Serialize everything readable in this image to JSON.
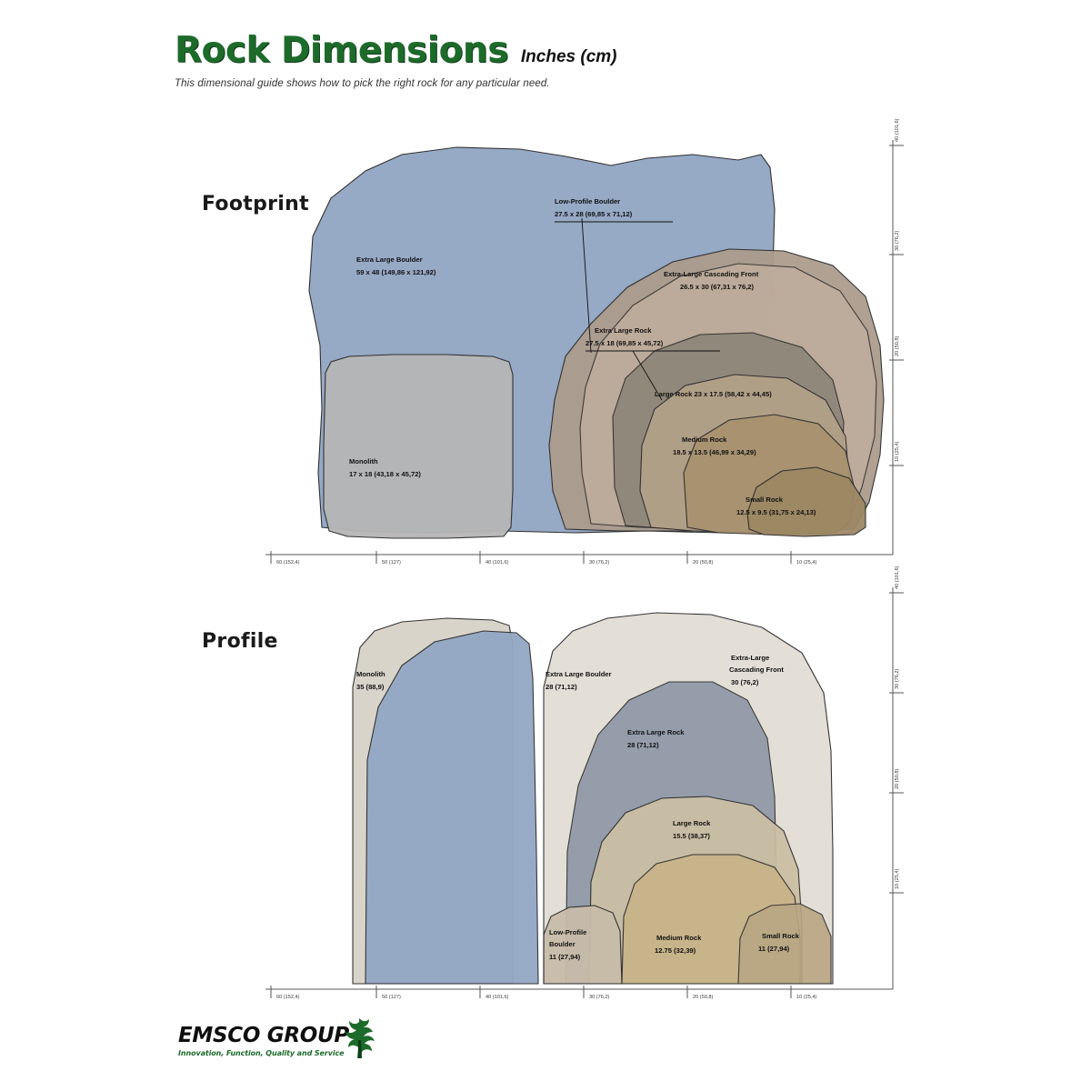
{
  "header": {
    "title": "Rock Dimensions",
    "units": "Inches (cm)",
    "subtitle": "This dimensional guide shows how to pick the right rock for any particular need."
  },
  "sections": {
    "footprint_title": "Footprint",
    "profile_title": "Profile"
  },
  "footer": {
    "logo_text": "EMSCO GROUP",
    "tagline": "Innovation, Function, Quality and Service"
  },
  "chart_data": [
    {
      "type": "area",
      "title": "Footprint",
      "xlabel": "",
      "ylabel": "",
      "units": "Inches (cm)",
      "xticks": [
        "60 (152,4)",
        "50 (127)",
        "40 (101,6)",
        "30 (76,2)",
        "20 (50,8)",
        "10 (25,4)"
      ],
      "yticks": [
        "40 (101,6)",
        "30 (76,2)",
        "20 (50,8)",
        "10 (25,4)"
      ],
      "grid": false,
      "legend": "none",
      "series": [
        {
          "name": "Extra Large Boulder",
          "label": "Extra Large Boulder",
          "dims": "59 x 48 (149,86 x 121,92)",
          "width_in": 59,
          "depth_in": 48,
          "color": "#93a7c4"
        },
        {
          "name": "Monolith",
          "label": "Monolith",
          "dims": "17 x 18 (43,18 x 45,72)",
          "width_in": 17,
          "depth_in": 18,
          "color": "#b6b6b6"
        },
        {
          "name": "Low-Profile Boulder",
          "label": "Low-Profile Boulder",
          "dims": "27.5 x 28 (69,85 x 71,12)",
          "width_in": 27.5,
          "depth_in": 28,
          "color": "#ac9c8d"
        },
        {
          "name": "Extra-Large Cascading Front",
          "label": "Extra-Large Cascading Front",
          "dims": "26.5 x 30 (67,31 x 76,2)",
          "width_in": 26.5,
          "depth_in": 30,
          "color": "#bba899"
        },
        {
          "name": "Extra Large Rock",
          "label": "Extra Large Rock",
          "dims": "27.5 x 18 (69,85 x 45,72)",
          "width_in": 27.5,
          "depth_in": 18,
          "color": "#a2937f"
        },
        {
          "name": "Large Rock",
          "label": "Large Rock  23 x 17.5 (58,42 x 44,45)",
          "dims": "23 x 17.5 (58,42 x 44,45)",
          "width_in": 23,
          "depth_in": 17.5,
          "color": "#b3a289"
        },
        {
          "name": "Medium Rock",
          "label": "Medium Rock",
          "dims": "18.5 x 13.5 (46,99 x 34,29)",
          "width_in": 18.5,
          "depth_in": 13.5,
          "color": "#a8926f"
        },
        {
          "name": "Small Rock",
          "label": "Small Rock",
          "dims": "12.5 x 9.5 (31,75 x 24,13)",
          "width_in": 12.5,
          "depth_in": 9.5,
          "color": "#9d8864"
        }
      ]
    },
    {
      "type": "area",
      "title": "Profile",
      "xlabel": "",
      "ylabel": "",
      "units": "Inches (cm)",
      "xticks": [
        "60 (152,4)",
        "50 (127)",
        "40 (101,6)",
        "30 (76,2)",
        "20 (50,8)",
        "10 (25,4)"
      ],
      "yticks": [
        "40 (101,6)",
        "30 (76,2)",
        "20 (50,8)",
        "10 (25,4)"
      ],
      "grid": false,
      "legend": "none",
      "series": [
        {
          "name": "Monolith",
          "label": "Monolith",
          "dims": "35 (88,9)",
          "height_in": 35,
          "color": "#d8d2c8"
        },
        {
          "name": "Extra Large Boulder",
          "label": "Extra Large Boulder",
          "dims": "28 (71,12)",
          "height_in": 28,
          "color": "#93a7c4"
        },
        {
          "name": "Extra-Large Cascading Front",
          "label": "Extra-Large Cascading Front",
          "dims": "30 (76,2)",
          "height_in": 30,
          "color": "#e2ddd4"
        },
        {
          "name": "Extra Large Rock",
          "label": "Extra Large Rock",
          "dims": "28 (71,12)",
          "height_in": 28,
          "color": "#8d97a6"
        },
        {
          "name": "Large Rock",
          "label": "Large Rock",
          "dims": "15.5 (38,37)",
          "height_in": 15.5,
          "color": "#cbbfa4"
        },
        {
          "name": "Low-Profile Boulder",
          "label": "Low-Profile Boulder",
          "dims": "11 (27,94)",
          "height_in": 11,
          "color": "#c8bca9"
        },
        {
          "name": "Medium Rock",
          "label": "Medium Rock",
          "dims": "12.75 (32,39)",
          "height_in": 12.75,
          "color": "#c8b489"
        },
        {
          "name": "Small Rock",
          "label": "Small Rock",
          "dims": "11 (27,94)",
          "height_in": 11,
          "color": "#b9a684"
        }
      ]
    }
  ],
  "footprint_labels": {
    "xl_boulder_name": "Extra Large Boulder",
    "xl_boulder_dims": "59 x 48 (149,86 x 121,92)",
    "monolith_name": "Monolith",
    "monolith_dims": "17 x 18 (43,18 x 45,72)",
    "lowprofile_name": "Low-Profile Boulder",
    "lowprofile_dims": "27.5 x 28 (69,85 x 71,12)",
    "cascading_name": "Extra-Large Cascading Front",
    "cascading_dims": "26.5 x 30 (67,31 x 76,2)",
    "xl_rock_name": "Extra Large Rock",
    "xl_rock_dims": "27.5 x 18 (69,85 x 45,72)",
    "large_rock_line": "Large Rock  23 x 17.5 (58,42 x 44,45)",
    "medium_name": "Medium Rock",
    "medium_dims": "18.5 x 13.5 (46,99 x 34,29)",
    "small_name": "Small Rock",
    "small_dims": "12.5 x 9.5 (31,75 x 24,13)"
  },
  "profile_labels": {
    "monolith_name": "Monolith",
    "monolith_dims": "35 (88,9)",
    "xl_boulder_name": "Extra Large Boulder",
    "xl_boulder_dims": "28 (71,12)",
    "cascading_name1": "Extra-Large",
    "cascading_name2": "Cascading Front",
    "cascading_dims": "30 (76,2)",
    "xl_rock_name": "Extra Large Rock",
    "xl_rock_dims": "28 (71,12)",
    "large_rock_name": "Large Rock",
    "large_rock_dims": "15.5 (38,37)",
    "lowprofile_name1": "Low-Profile",
    "lowprofile_name2": "Boulder",
    "lowprofile_dims": "11 (27,94)",
    "medium_name": "Medium Rock",
    "medium_dims": "12.75 (32,39)",
    "small_name": "Small Rock",
    "small_dims": "11 (27,94)"
  },
  "axes": {
    "x": [
      "60 (152,4)",
      "50 (127)",
      "40 (101,6)",
      "30 (76,2)",
      "20 (50,8)",
      "10 (25,4)"
    ],
    "y": [
      "40 (101,6)",
      "30 (76,2)",
      "20 (50,8)",
      "10 (25,4)"
    ]
  },
  "colors": {
    "title_green": "#1d6b2a",
    "boulder_blue": "#93a7c4",
    "monolith_gray": "#b6b6b6",
    "cascading_tan": "#bba899",
    "rock_brown": "#a2937f"
  }
}
